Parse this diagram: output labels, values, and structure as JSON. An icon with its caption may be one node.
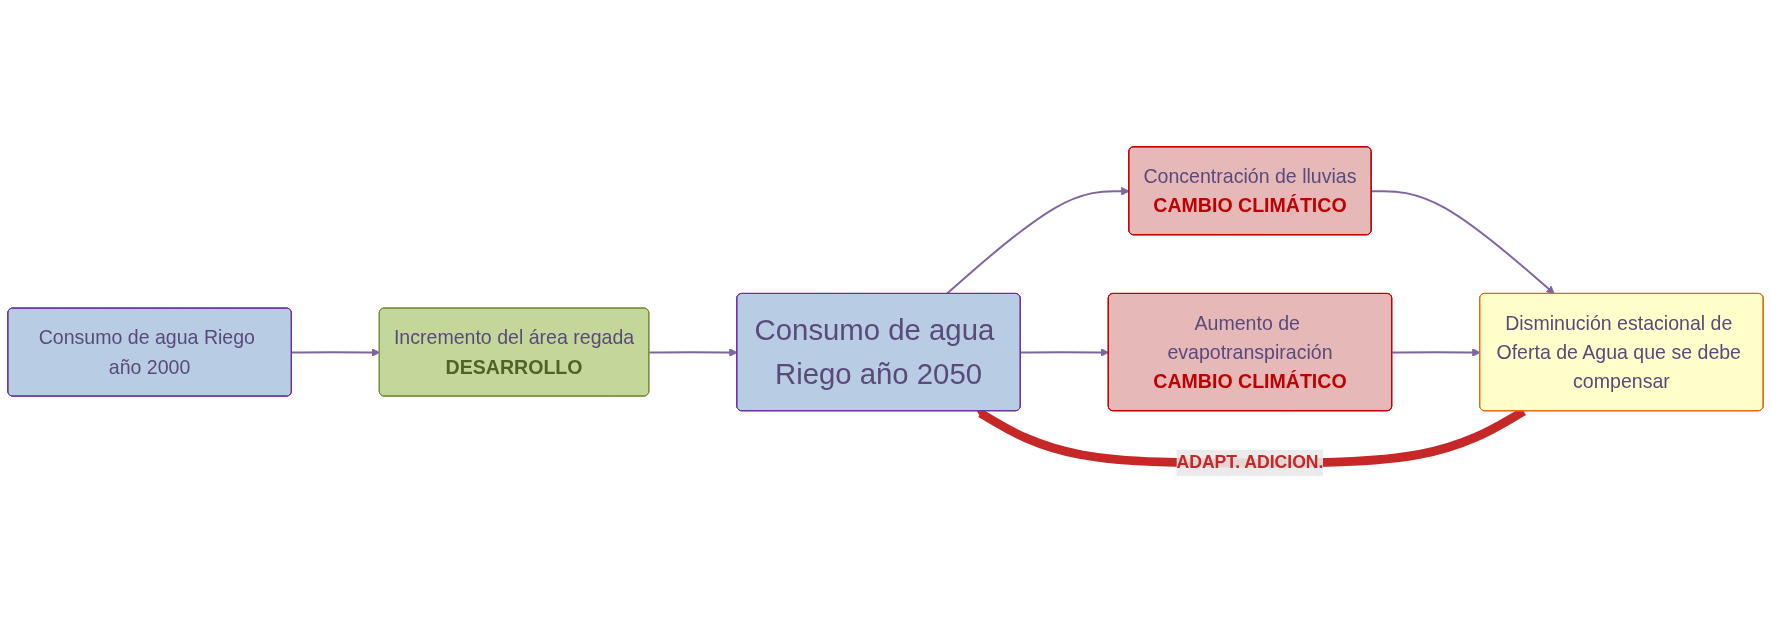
{
  "diagram": {
    "nodes": [
      {
        "text": [
          "Consumo de agua Riego año 2000"
        ]
      },
      {
        "text": [
          "Incremento del área regada",
          "DESARROLLO"
        ]
      },
      {
        "text": [
          "Consumo de agua Riego año 2050"
        ]
      },
      {
        "text": [
          "Concentración de lluvias",
          "CAMBIO CLIMÁTICO"
        ]
      },
      {
        "text": [
          "Aumento de evapotranspiración",
          "CAMBIO CLIMÁTICO"
        ]
      },
      {
        "text": [
          "Disminución estacional de Oferta de Agua que se debe compensar"
        ]
      }
    ],
    "edges": [
      {
        "from": 0,
        "to": 1,
        "arrow": "to"
      },
      {
        "from": 1,
        "to": 2,
        "arrow": "to"
      },
      {
        "from": 2,
        "to": 3,
        "arrow": "to"
      },
      {
        "from": 2,
        "to": 4,
        "arrow": "to"
      },
      {
        "from": 3,
        "to": 5,
        "arrow": "to"
      },
      {
        "from": 4,
        "to": 5,
        "arrow": "to"
      },
      {
        "from": 5,
        "to": 2,
        "arrow": "to",
        "label": "ADAPT. ADICION.",
        "style": "thick",
        "color": "#c62828"
      }
    ]
  }
}
